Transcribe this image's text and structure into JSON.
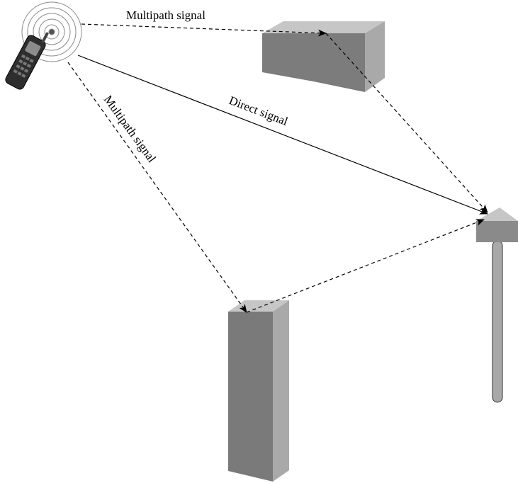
{
  "labels": {
    "multipath_top": "Multipath signal",
    "multipath_left": "Multipath signal",
    "direct": "Direct signal"
  },
  "colors": {
    "building_front": "#7a7a7a",
    "building_side": "#a8a8a8",
    "building_top": "#c8c8c8",
    "line": "#000000",
    "background": "#ffffff"
  },
  "icons": {
    "phone": "mobile-phone-icon",
    "receiver": "base-station-antenna-icon"
  }
}
